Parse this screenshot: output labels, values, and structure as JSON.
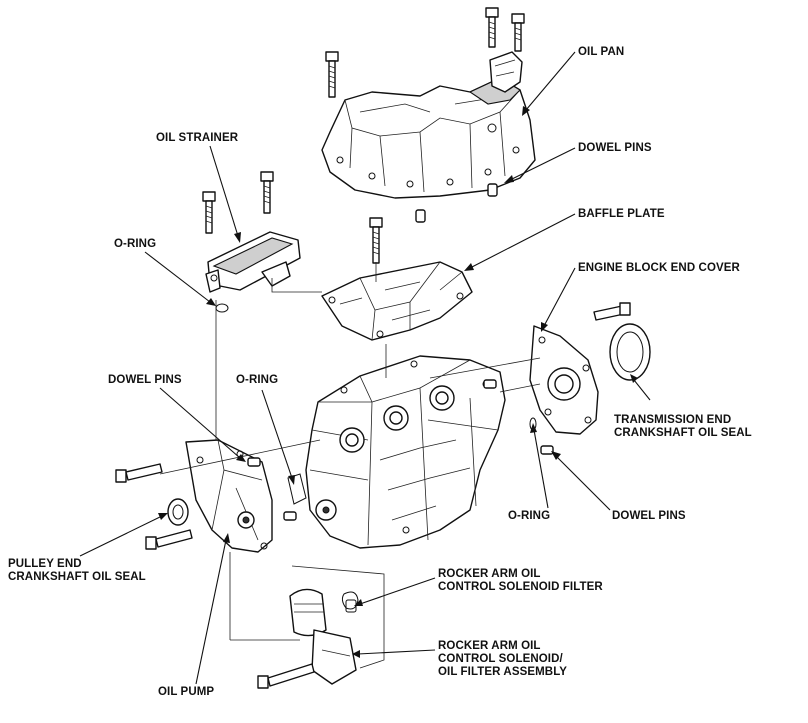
{
  "diagram": {
    "labels": {
      "oil_pan": "OIL PAN",
      "dowel_pins_top": "DOWEL PINS",
      "oil_strainer": "OIL STRAINER",
      "baffle_plate": "BAFFLE PLATE",
      "o_ring_left": "O-RING",
      "engine_block_end_cover": "ENGINE BLOCK END COVER",
      "dowel_pins_left": "DOWEL PINS",
      "o_ring_mid": "O-RING",
      "transmission_seal": [
        "TRANSMISSION END",
        "CRANKSHAFT OIL SEAL"
      ],
      "o_ring_right": "O-RING",
      "dowel_pins_right": "DOWEL PINS",
      "pulley_seal": [
        "PULLEY END",
        "CRANKSHAFT OIL SEAL"
      ],
      "solenoid_filter": [
        "ROCKER ARM OIL",
        "CONTROL SOLENOID FILTER"
      ],
      "solenoid_assembly": [
        "ROCKER ARM OIL",
        "CONTROL SOLENOID/",
        "OIL FILTER ASSEMBLY"
      ],
      "oil_pump": "OIL PUMP"
    }
  }
}
